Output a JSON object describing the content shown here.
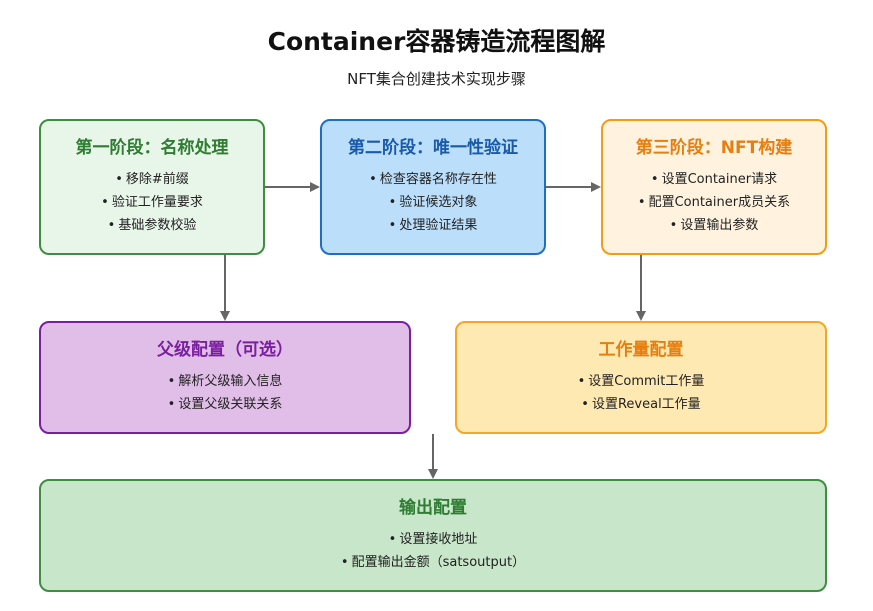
{
  "header": {
    "title": "Container容器铸造流程图解",
    "subtitle": "NFT集合创建技术实现步骤"
  },
  "stages": [
    {
      "title": "第一阶段：名称处理",
      "items": [
        "移除#前缀",
        "验证工作量要求",
        "基础参数校验"
      ]
    },
    {
      "title": "第二阶段：唯一性验证",
      "items": [
        "检查容器名称存在性",
        "验证候选对象",
        "处理验证结果"
      ]
    },
    {
      "title": "第三阶段：NFT构建",
      "items": [
        "设置Container请求",
        "配置Container成员关系",
        "设置输出参数"
      ]
    }
  ],
  "parent_config": {
    "title": "父级配置（可选）",
    "items": [
      "解析父级输入信息",
      "设置父级关联关系"
    ]
  },
  "workload_config": {
    "title": "工作量配置",
    "items": [
      "设置Commit工作量",
      "设置Reveal工作量"
    ]
  },
  "output_config": {
    "title": "输出配置",
    "items": [
      "设置接收地址",
      "配置输出金额（satsoutput）"
    ]
  },
  "bullet": "•",
  "colors": {
    "arrow": "#666666",
    "stage1_border": "#3e8e41",
    "stage2_border": "#1e6fc4",
    "stage3_border": "#f39c12",
    "parent_border": "#7b1fa2",
    "workload_border": "#f5a623",
    "output_border": "#3e8e41"
  }
}
